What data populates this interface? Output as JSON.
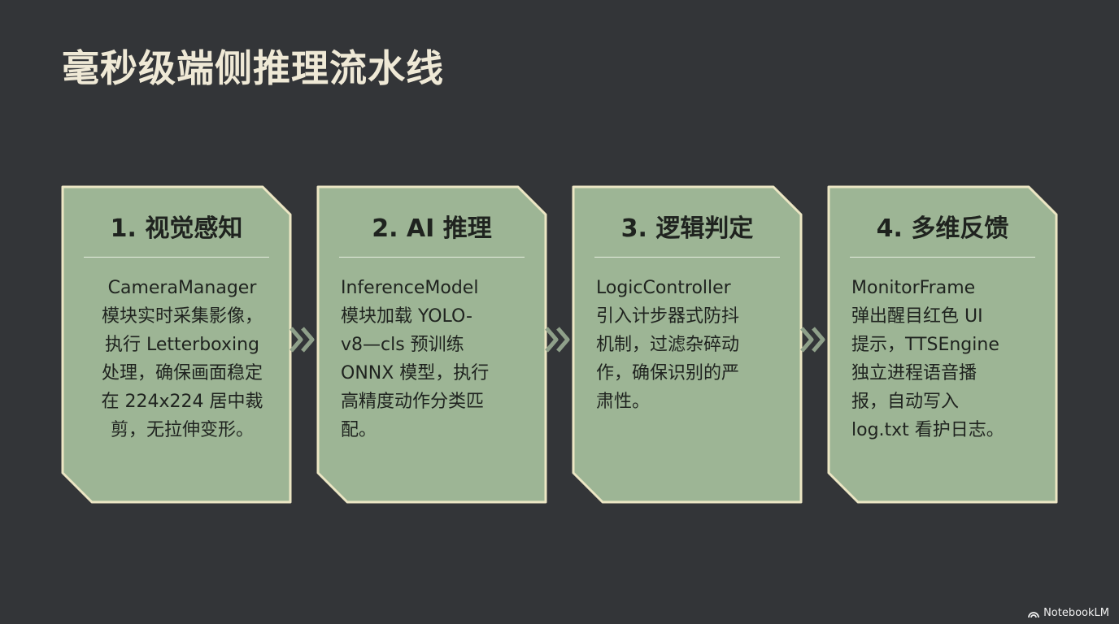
{
  "title": "毫秒级端侧推理流水线",
  "steps": [
    {
      "title": "1. 视觉感知",
      "body": "CameraManager\n模块实时采集影像，\n执行 Letterboxing\n处理，确保画面稳定\n在 224x224 居中裁\n剪，无拉伸变形。"
    },
    {
      "title": "2. AI 推理",
      "body": "InferenceModel\n模块加载 YOLO-\nv8—cls 预训练\nONNX 模型，执行\n高精度动作分类匹\n配。"
    },
    {
      "title": "3. 逻辑判定",
      "body": "LogicController\n引入计步器式防抖\n机制，过滤杂碎动\n作，确保识别的严\n肃性。"
    },
    {
      "title": "4. 多维反馈",
      "body": "MonitorFrame\n弹出醒目红色 UI\n提示，TTSEngine\n独立进程语音播\n报，自动写入\nlog.txt 看护日志。"
    }
  ],
  "watermark": "NotebookLM",
  "colors": {
    "background": "#333538",
    "card_fill": "#9db595",
    "card_border": "#ece6c4",
    "title_text": "#efe9d6",
    "card_text": "#1f231f",
    "arrow": "#8fa08a"
  }
}
